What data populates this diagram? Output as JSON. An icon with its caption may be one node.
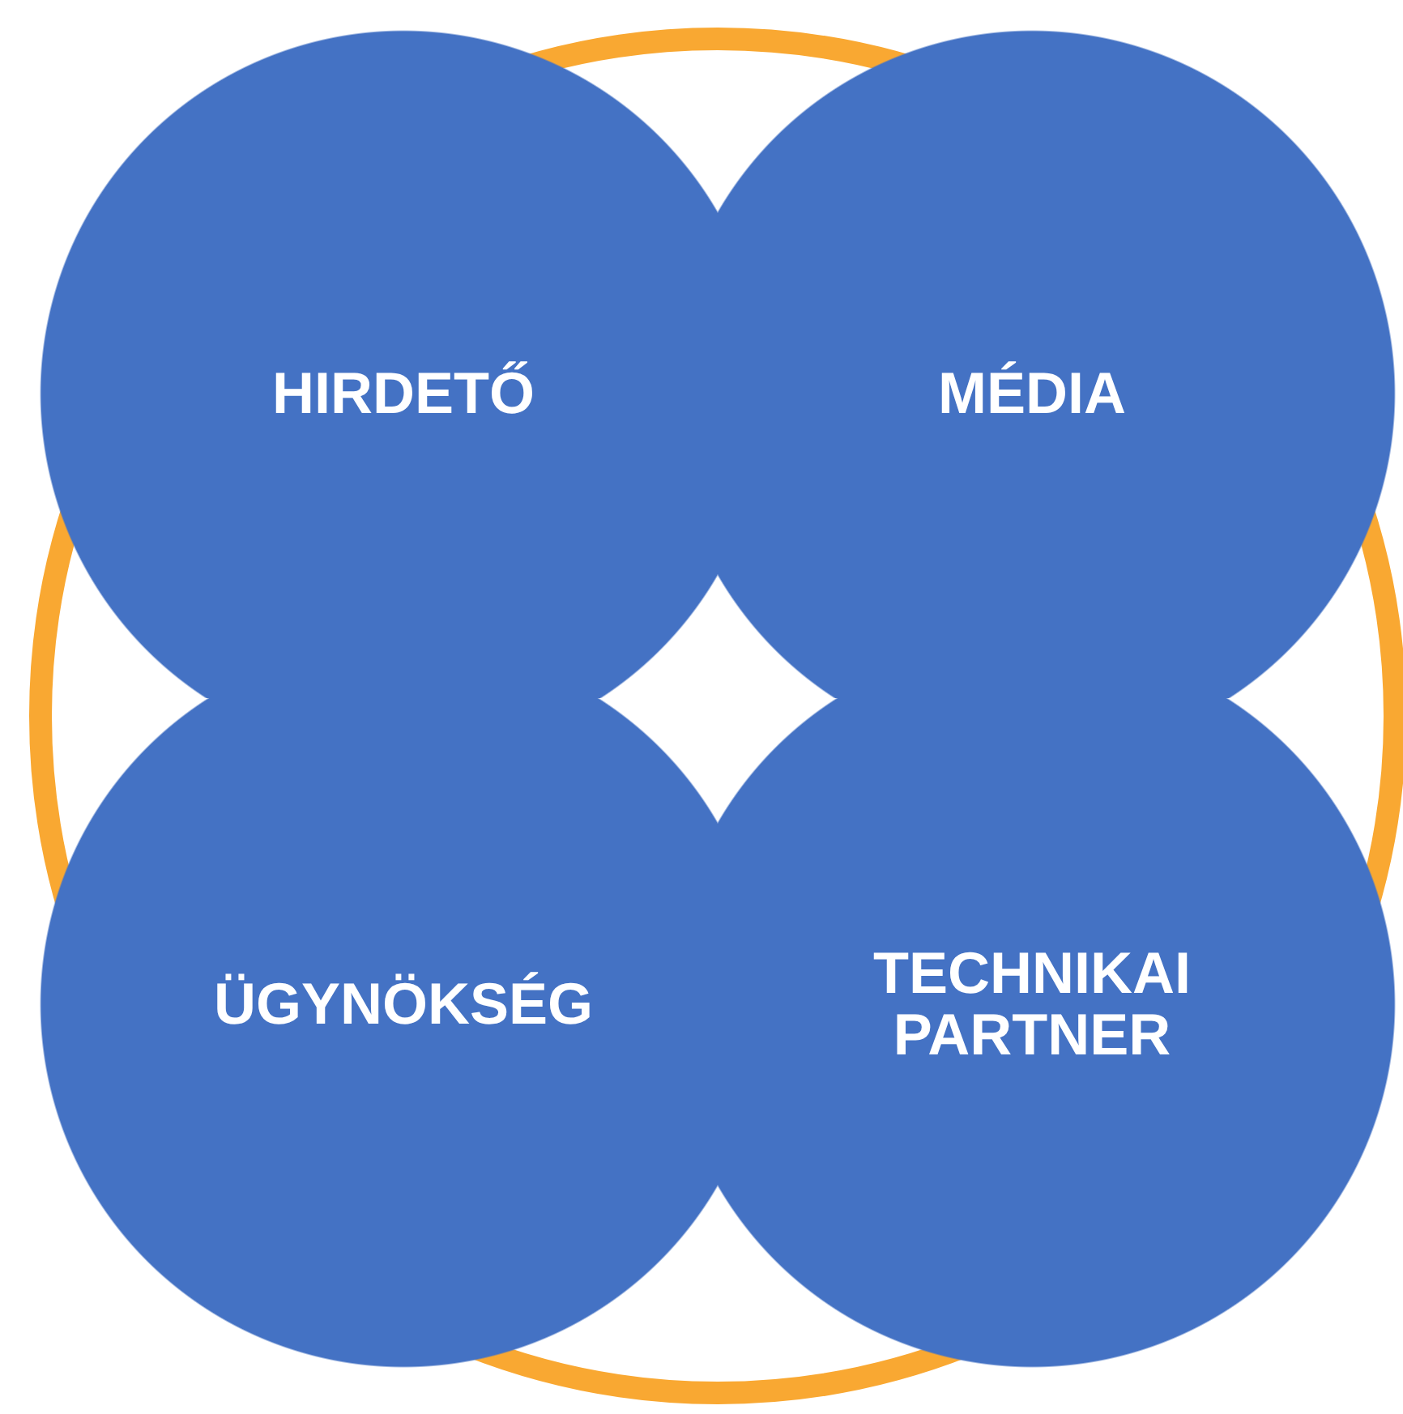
{
  "diagram": {
    "nodes": [
      {
        "text": [
          "HIRDETŐ"
        ]
      },
      {
        "text": [
          "MÉDIA"
        ]
      },
      {
        "text": [
          "ÜGYNÖKSÉG"
        ]
      },
      {
        "text": [
          "TECHNIKAI PARTNER"
        ]
      }
    ]
  }
}
